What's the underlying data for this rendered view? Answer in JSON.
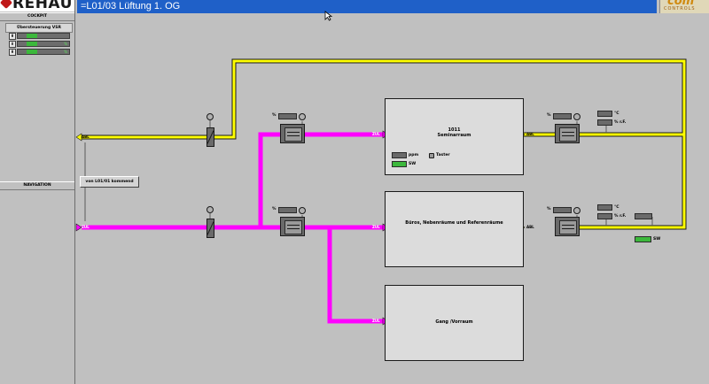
{
  "sidebar": {
    "logo": "REHAU",
    "cockpit_title": "COCKPIT",
    "override_title": "Übersteuerung VSR",
    "override_rows": [
      {
        "icon": "H",
        "value": "",
        "unit": ""
      },
      {
        "icon": "A",
        "value": "",
        "unit": "%"
      },
      {
        "icon": "H",
        "value": "",
        "unit": "%"
      }
    ],
    "navigation_title": "NAVIGATION"
  },
  "titlebar": {
    "title": "=L01/03 Lüftung 1. OG"
  },
  "brand": {
    "name": "com",
    "sub": "CONTROLS"
  },
  "nav_button": "von L01/01 kommend",
  "pipes": {
    "abl_left": "ABL",
    "zul_left": "ZUL",
    "zul_1": "ZUL",
    "zul_2": "ZUL",
    "zul_3": "ZUL",
    "abl_1": "ABL",
    "abl_2": "ABL"
  },
  "rooms": {
    "seminar": {
      "number": "1011",
      "name": "Seminarraum",
      "ppm_label": "ppm",
      "sw_label": "SW",
      "taster_label": "Taster"
    },
    "offices": {
      "name": "Büros, Nebenräume und Referenräume"
    },
    "corridor": {
      "name": "Gang /Vorraum"
    }
  },
  "units": {
    "pct_label": "%",
    "temp_unit": "°C",
    "rh_unit": "% r.F.",
    "sw_label": "SW"
  },
  "colors": {
    "exhaust": "#ffff00",
    "supply": "#ff00ff",
    "title": "#1f60c8"
  }
}
